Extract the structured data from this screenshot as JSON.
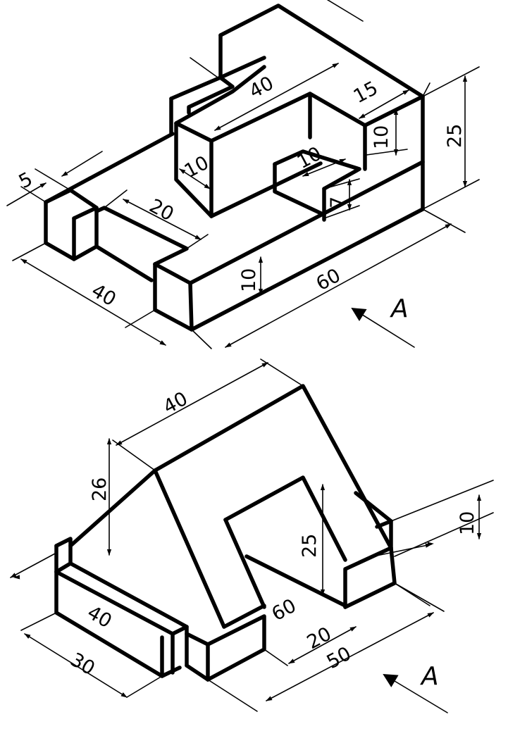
{
  "figures": [
    {
      "name": "part-1",
      "view_label": "A",
      "dimensions": [
        "40",
        "15",
        "25",
        "10",
        "10",
        "10",
        "7",
        "5",
        "20",
        "40",
        "10",
        "60"
      ]
    },
    {
      "name": "part-2",
      "view_label": "A",
      "dimensions": [
        "40",
        "26",
        "25",
        "10",
        "40",
        "30",
        "60",
        "20",
        "50"
      ]
    }
  ]
}
